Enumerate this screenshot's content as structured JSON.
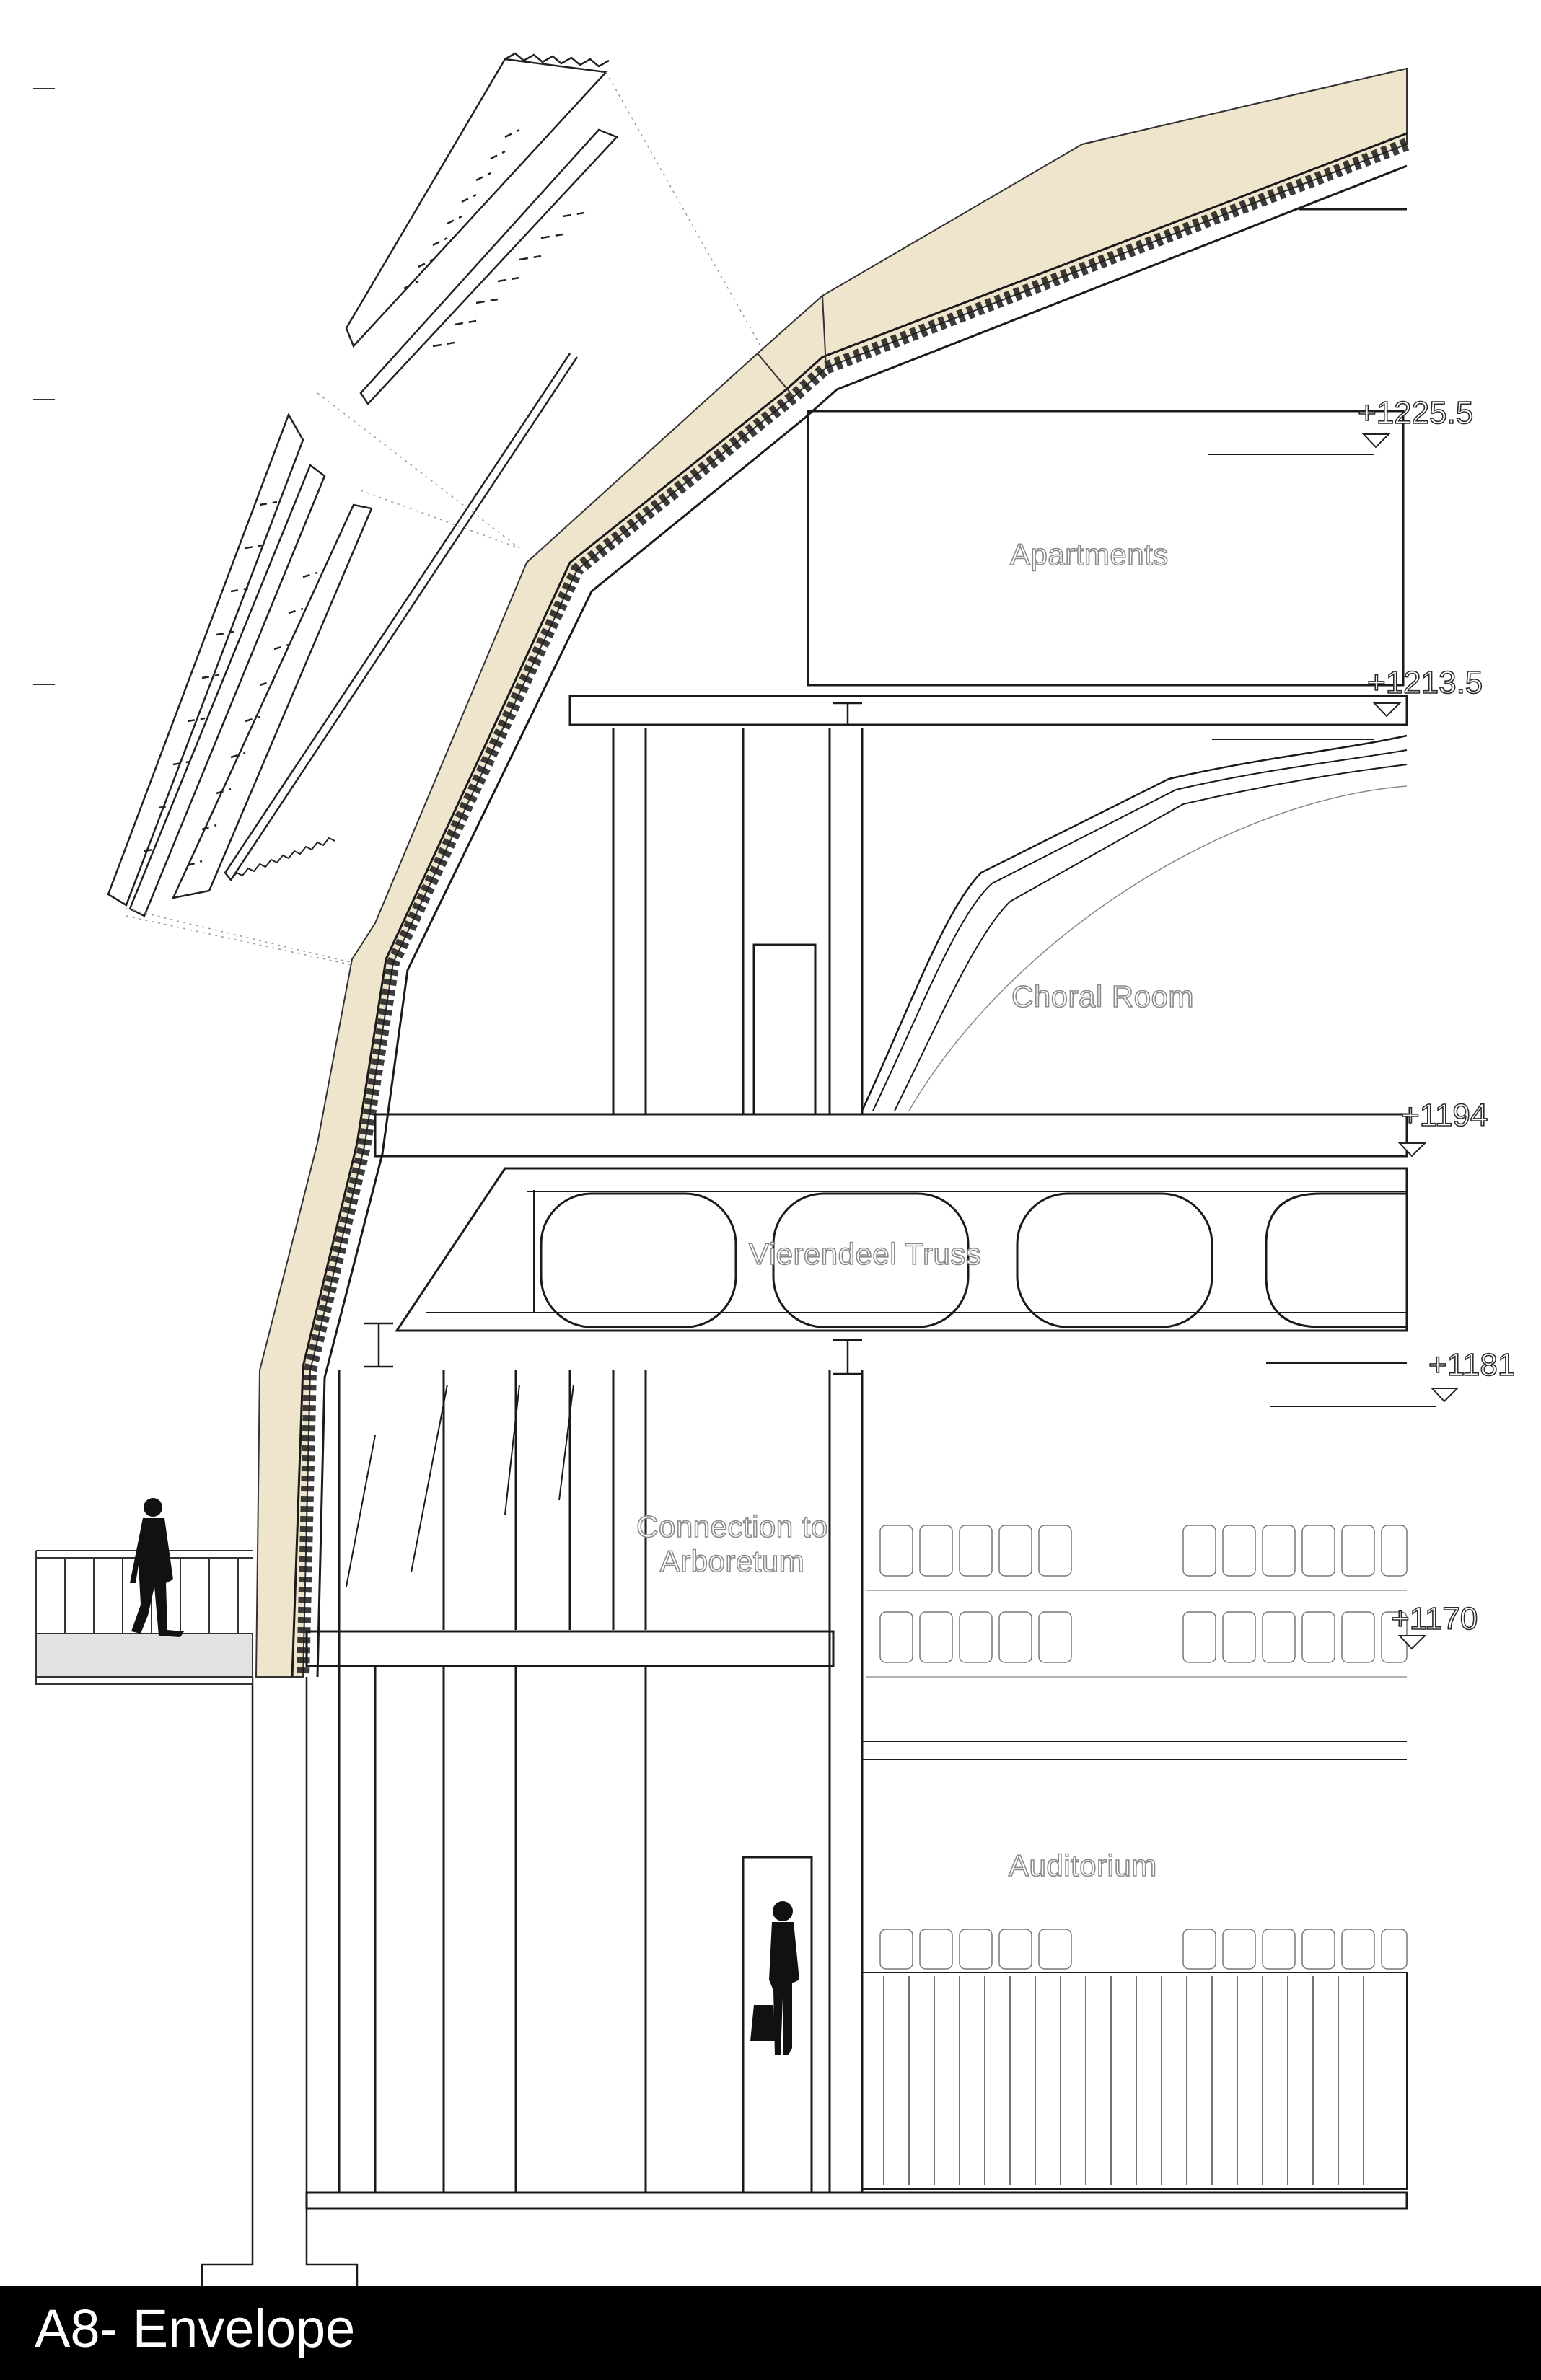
{
  "sheet": {
    "title": "A8- Envelope"
  },
  "rooms": {
    "apartments": "Apartments",
    "choral_room": "Choral Room",
    "vierendeel_truss": "Vierendeel Truss",
    "connection_line1": "Connection to",
    "connection_line2": "Arboretum",
    "auditorium": "Auditorium"
  },
  "levels": {
    "l1225": "+1225.5",
    "l1213": "+1213.5",
    "l1194": "+1194",
    "l1181": "+1181",
    "l1170": "+1170"
  },
  "colors": {
    "timber_cladding": "#efe4cc",
    "linework": "#1a1a1a",
    "title_bar": "#000000",
    "title_text": "#ffffff"
  }
}
